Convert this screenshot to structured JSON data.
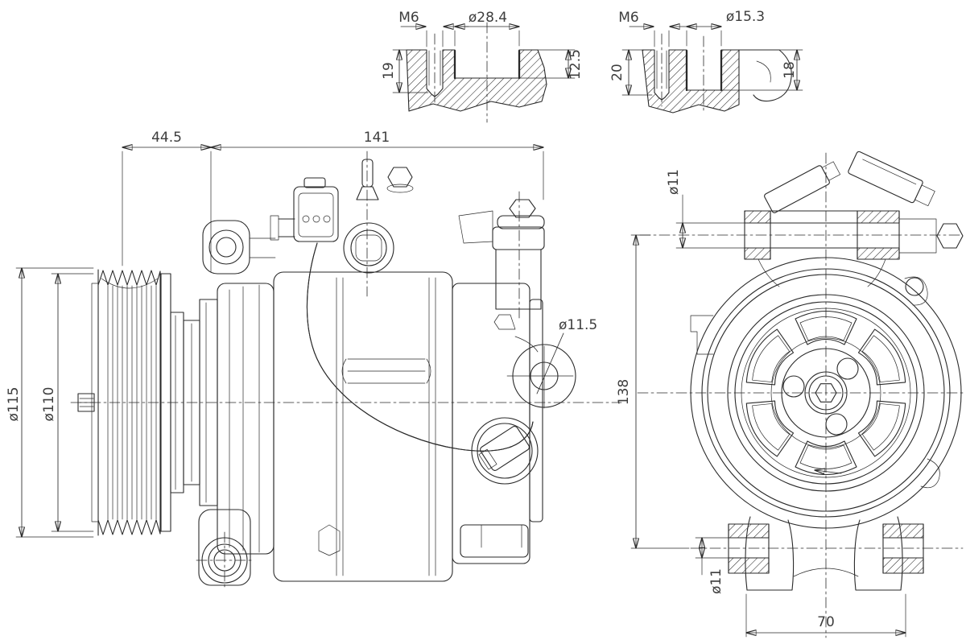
{
  "colors": {
    "background": "#ffffff",
    "line": "#2a2a2a",
    "dimension_text": "#3d3d3d"
  },
  "detail_section_left": {
    "thread_label": "M6",
    "bore_diameter": "ø28.4",
    "thread_depth": "19",
    "bore_depth": "12.5"
  },
  "detail_section_right": {
    "thread_label": "M6",
    "bore_diameter": "ø15.3",
    "thread_depth": "20",
    "bore_depth": "18"
  },
  "side_view": {
    "pulley_offset": "44.5",
    "body_length": "141",
    "pulley_outer_diameter": "ø115",
    "pulley_groove_diameter": "ø110",
    "mount_ear_bore": "ø11.5"
  },
  "front_view": {
    "top_mount_bore": "ø11",
    "mount_hole_span": "138",
    "bottom_mount_bore": "ø11",
    "foot_width": "70"
  }
}
